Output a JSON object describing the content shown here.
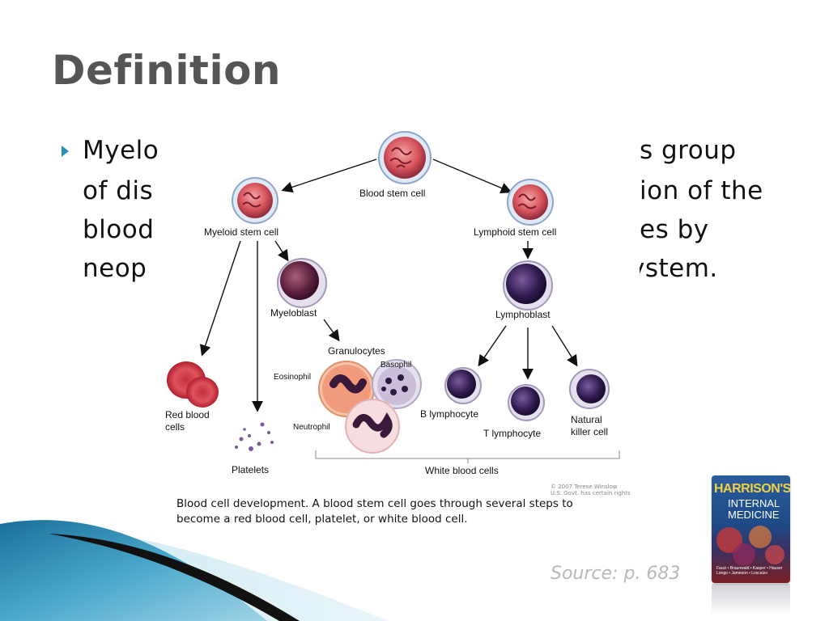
{
  "slide": {
    "title": "Definition",
    "bullet_lines": [
      "Myelo",
      "of dis",
      "blood",
      "neop",
      "s group",
      "ion of the",
      "es by",
      "ystem."
    ],
    "source": "Source: p. 683"
  },
  "diagram": {
    "nodes": {
      "blood_stem_cell": "Blood stem cell",
      "myeloid_stem_cell": "Myeloid stem cell",
      "lymphoid_stem_cell": "Lymphoid stem cell",
      "myeloblast": "Myeloblast",
      "lymphoblast": "Lymphoblast",
      "granulocytes": "Granulocytes",
      "eosinophil": "Eosinophil",
      "basophil": "Basophil",
      "neutrophil": "Neutrophil",
      "red_blood_cells": "Red blood\ncells",
      "platelets": "Platelets",
      "b_lymphocyte": "B lymphocyte",
      "t_lymphocyte": "T lymphocyte",
      "natural_killer_cell": "Natural\nkiller cell",
      "white_blood_cells": "White blood cells"
    },
    "copyright": "© 2007 Terese Winslow\nU.S. Govt. has certain rights",
    "caption": "Blood cell development. A blood stem cell goes through several steps to become a red blood cell, platelet, or white blood cell."
  },
  "book": {
    "title_top": "HARRISON'S",
    "title_bottom": "INTERNAL\nMEDICINE",
    "authors": "Fauci • Braunwald • Kasper • Hauser\nLongo • Jameson • Loscalzo"
  },
  "colors": {
    "title": "#555555",
    "bullet": "#2e8fb0",
    "source": "#b8b8b8",
    "wave_dark": "#111111",
    "wave_blue": "#4aa8cc"
  }
}
